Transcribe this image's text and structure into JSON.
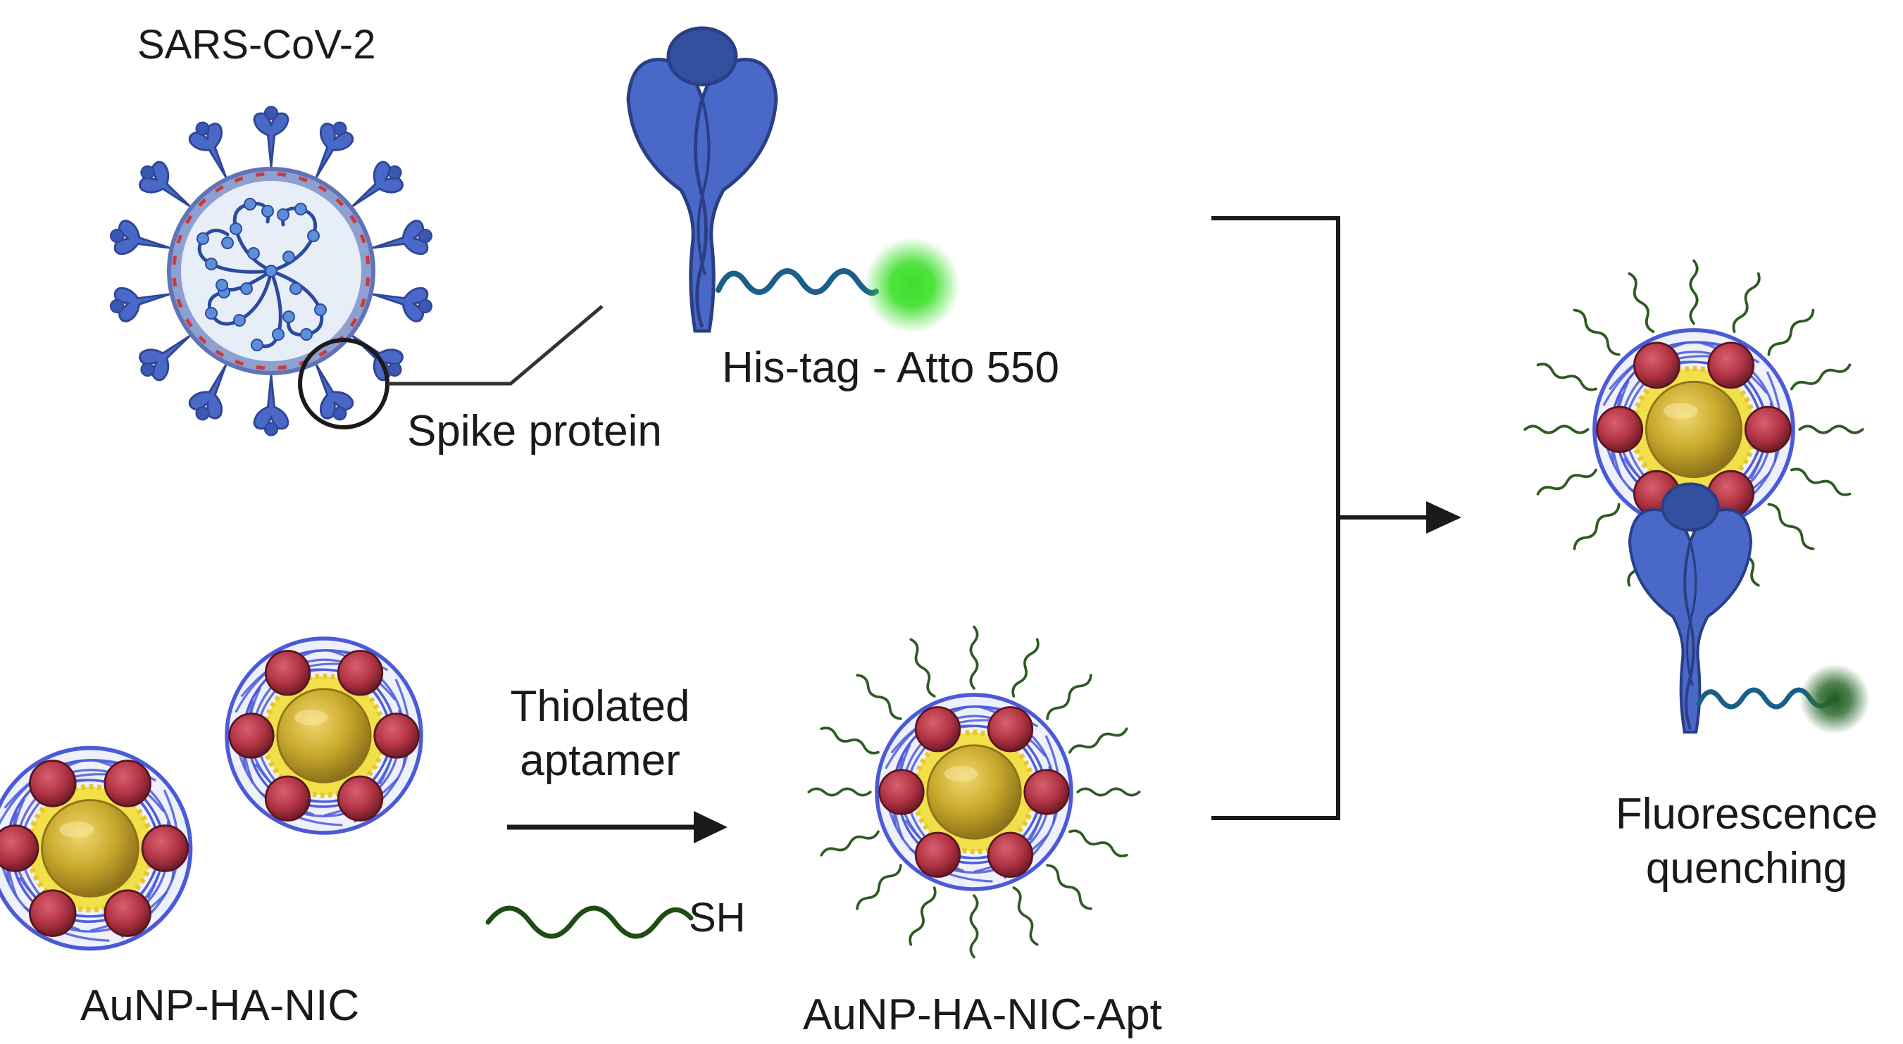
{
  "labels": {
    "virus": "SARS-CoV-2",
    "spike": "Spike protein",
    "his_tag": "His-tag - Atto 550",
    "reagent_line1": "Thiolated",
    "reagent_line2": "aptamer",
    "thiol": "SH",
    "np_left": "AuNP-HA-NIC",
    "np_mid": "AuNP-HA-NIC-Apt",
    "result_line1": "Fluorescence",
    "result_line2": "quenching"
  },
  "colors": {
    "spike_blue": "#4a68c8",
    "spike_dark": "#2f4796",
    "virus_membrane": "#8da0d0",
    "virus_inside": "#e8eef8",
    "rna": "#2b4aa0",
    "rna_node": "#5d8fd8",
    "linker": "#1a5f8a",
    "fluor_bright": "#3ddf2a",
    "fluor_quenched": "#2f6b2f",
    "gold": "#c9a92c",
    "gold_halo": "#f2e04a",
    "mesh": "#4a5ad8",
    "nic_red": "#b63a4a",
    "aptamer_green": "#2e5b22",
    "arrow": "#1a1a1a"
  }
}
